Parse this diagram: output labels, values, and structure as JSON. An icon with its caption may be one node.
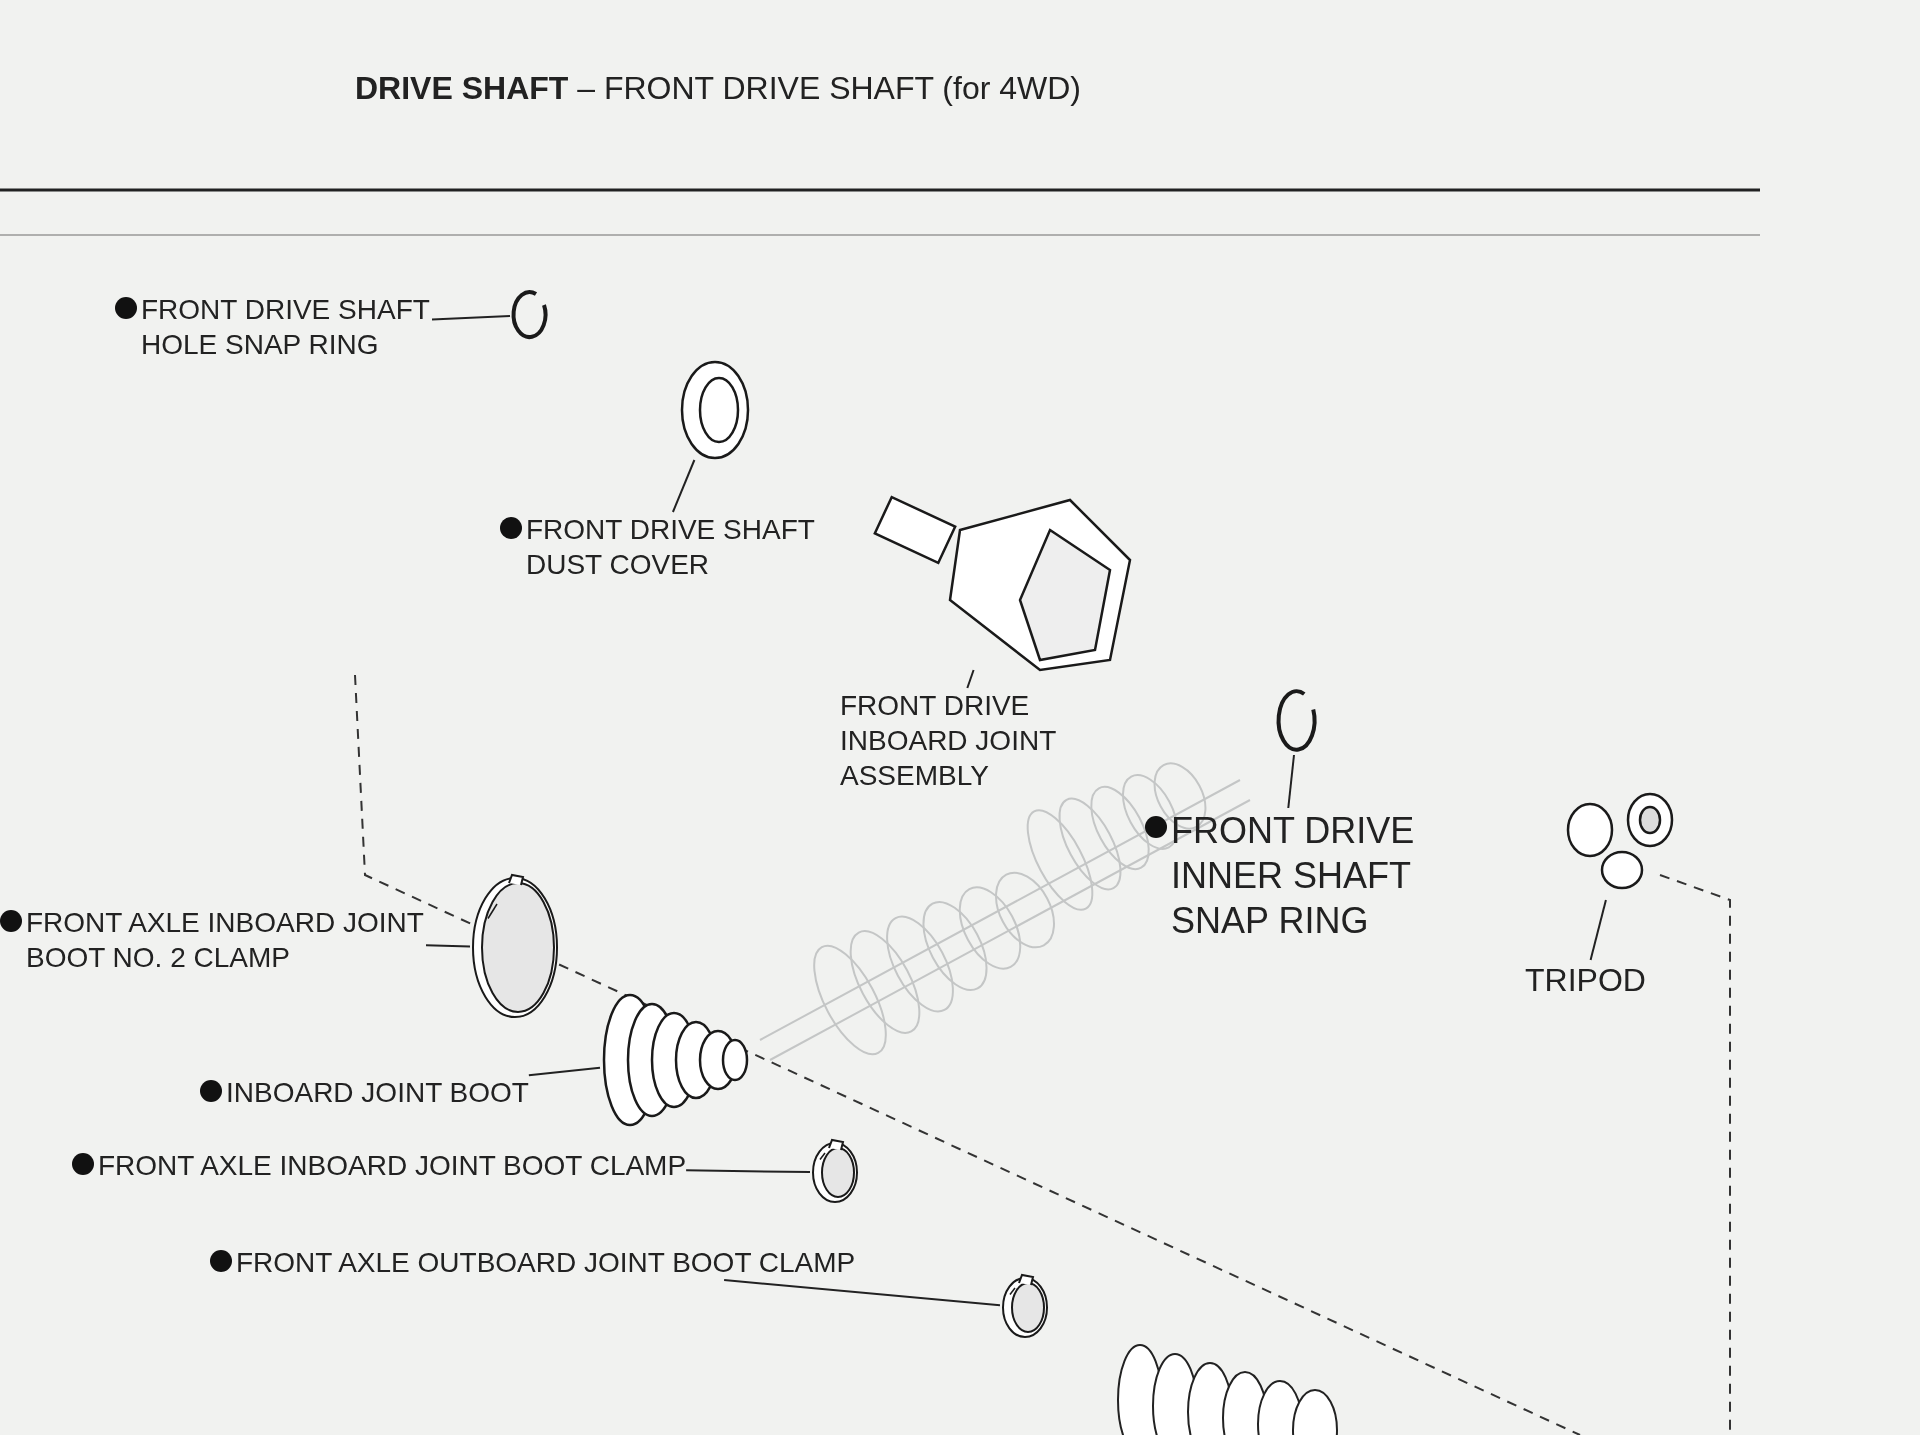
{
  "diagram": {
    "title": "**DRIVE SHAFT** – FRONT DRIVE SHAFT (for 4WD)",
    "nodes": [
      {
        "text": [
          "FRONT DRIVE SHAFT HOLE SNAP RING"
        ]
      },
      {
        "text": [],
        "shape": "picture"
      },
      {
        "text": [
          "FRONT DRIVE SHAFT DUST COVER"
        ]
      },
      {
        "text": [],
        "shape": "picture"
      },
      {
        "text": [
          "FRONT DRIVE INBOARD JOINT ASSEMBLY"
        ]
      },
      {
        "text": [],
        "shape": "picture"
      },
      {
        "text": [
          "FRONT DRIVE INNER SHAFT SNAP RING"
        ]
      },
      {
        "text": [],
        "shape": "picture"
      },
      {
        "text": [
          "TRIPOD"
        ]
      },
      {
        "text": [],
        "shape": "picture"
      },
      {
        "text": [
          "FRONT AXLE INBOARD JOINT BOOT NO. 2 CLAMP"
        ]
      },
      {
        "text": [],
        "shape": "picture"
      },
      {
        "text": [
          "INBOARD JOINT BOOT"
        ]
      },
      {
        "text": [],
        "shape": "picture"
      },
      {
        "text": [
          "FRONT AXLE INBOARD JOINT BOOT CLAMP"
        ]
      },
      {
        "text": [],
        "shape": "picture"
      },
      {
        "text": [
          "FRONT AXLE OUTBOARD JOINT BOOT CLAMP"
        ]
      },
      {
        "text": [],
        "shape": "picture"
      }
    ],
    "edges": [
      {
        "from": 0,
        "to": 1,
        "arrow": "none"
      },
      {
        "from": 2,
        "to": 3,
        "arrow": "none"
      },
      {
        "from": 4,
        "to": 5,
        "arrow": "none"
      },
      {
        "from": 6,
        "to": 7,
        "arrow": "none"
      },
      {
        "from": 8,
        "to": 9,
        "arrow": "none"
      },
      {
        "from": 10,
        "to": 11,
        "arrow": "none"
      },
      {
        "from": 12,
        "to": 13,
        "arrow": "none"
      },
      {
        "from": 14,
        "to": 15,
        "arrow": "none"
      },
      {
        "from": 16,
        "to": 17,
        "arrow": "none"
      }
    ]
  }
}
